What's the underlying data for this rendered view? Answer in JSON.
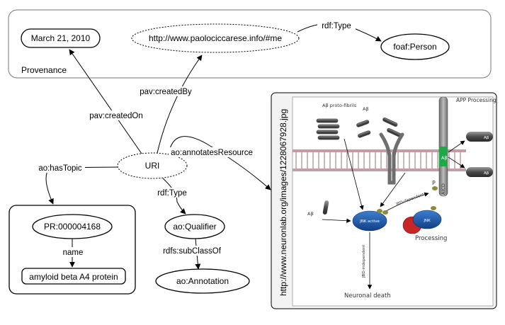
{
  "provenance": {
    "label": "Provenance",
    "date": "March 21, 2010",
    "uri": "http://www.paolociccarese.info/#me",
    "type_label": "rdf:Type",
    "person": "foaf:Person"
  },
  "edges": {
    "created_by": "pav:createdBy",
    "created_on": "pav:createdOn",
    "has_topic": "ao:hasTopic",
    "annotates_resource": "ao:annotatesResource",
    "rdf_type": "rdf:Type",
    "subclass_of": "rdfs:subClassOf",
    "name": "name"
  },
  "nodes": {
    "uri": "URI",
    "qualifier": "ao:Qualifier",
    "annotation": "ao:Annotation",
    "pr_id": "PR:000004168",
    "protein": "amyloid beta A4 protein"
  },
  "resource": {
    "url": "http://www.neuronlab.org/images/1228067928.jpg",
    "figure": {
      "app_processing": "APP Processing",
      "proto_fibrils": "Aβ proto-fibrils",
      "abeta": "Aβ",
      "jnk_active": "JNK active",
      "jnk": "JNK",
      "jbd_dependent": "JBD-dependent",
      "jbd_independent": "JBD-independent",
      "processing": "Processing",
      "neuronal_death": "Neuronal death",
      "aicd": "AICD",
      "p": "P"
    }
  }
}
